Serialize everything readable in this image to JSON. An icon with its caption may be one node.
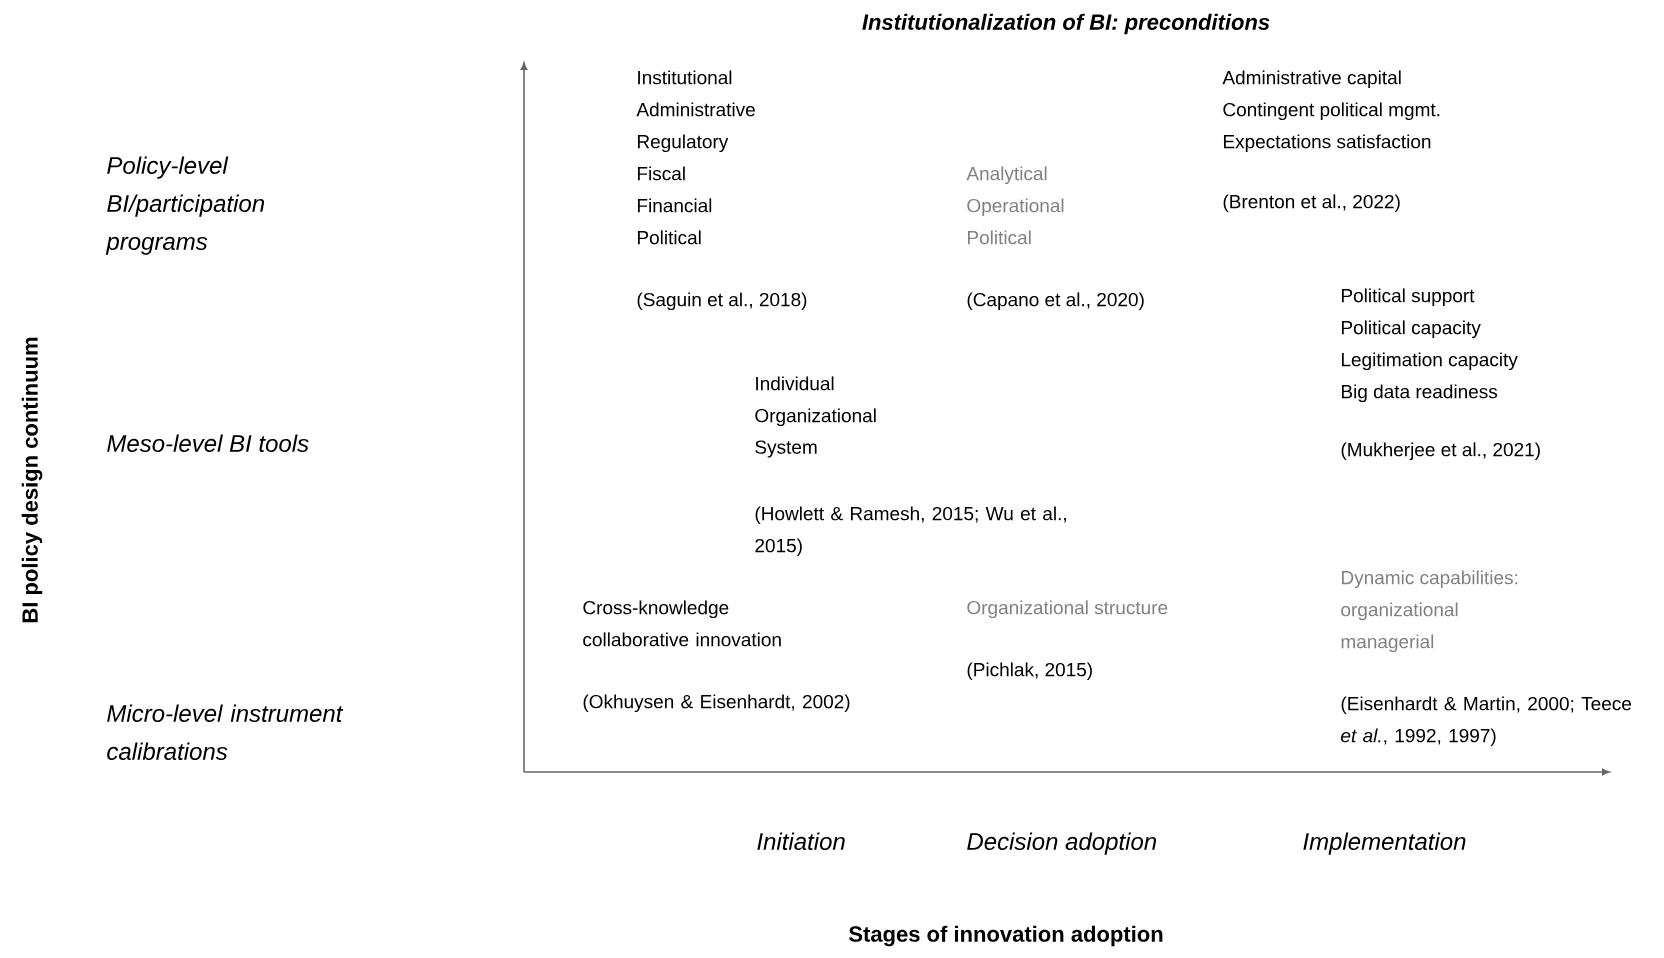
{
  "diagram": {
    "title": "Institutionalization of BI: preconditions",
    "labels": [
      "Policy-level BI/participation programs",
      "Meso-level BI tools",
      "Micro-level instrument calibrations",
      "Institutional",
      "Administrative",
      "Regulatory",
      "Fiscal",
      "Financial",
      "Political",
      "(Saguin et al., 2018)",
      "Analytical",
      "Operational",
      "Political",
      "(Capano et al., 2020)",
      "Administrative capital",
      "Contingent political mgmt.",
      "Expectations satisfaction",
      "(Brenton et al., 2022)",
      "Political support",
      "Political capacity",
      "Legitimation capacity",
      "Big data readiness",
      "(Mukherjee et al., 2021)",
      "Individual",
      "Organizational",
      "System",
      "(Howlett & Ramesh, 2015; Wu et al., 2015)",
      "Cross-knowledge collaborative innovation",
      "(Okhuysen & Eisenhardt, 2002)",
      "Organizational structure",
      "(Pichlak, 2015)",
      "Dynamic capabilities:",
      "organizational",
      "managerial",
      "(Eisenhardt & Martin, 2000; Teece *et al.*, 1992, 1997)",
      "Initiation",
      "Decision adoption",
      "Implementation",
      "Stages of innovation adoption",
      "BI policy design continuum"
    ]
  }
}
